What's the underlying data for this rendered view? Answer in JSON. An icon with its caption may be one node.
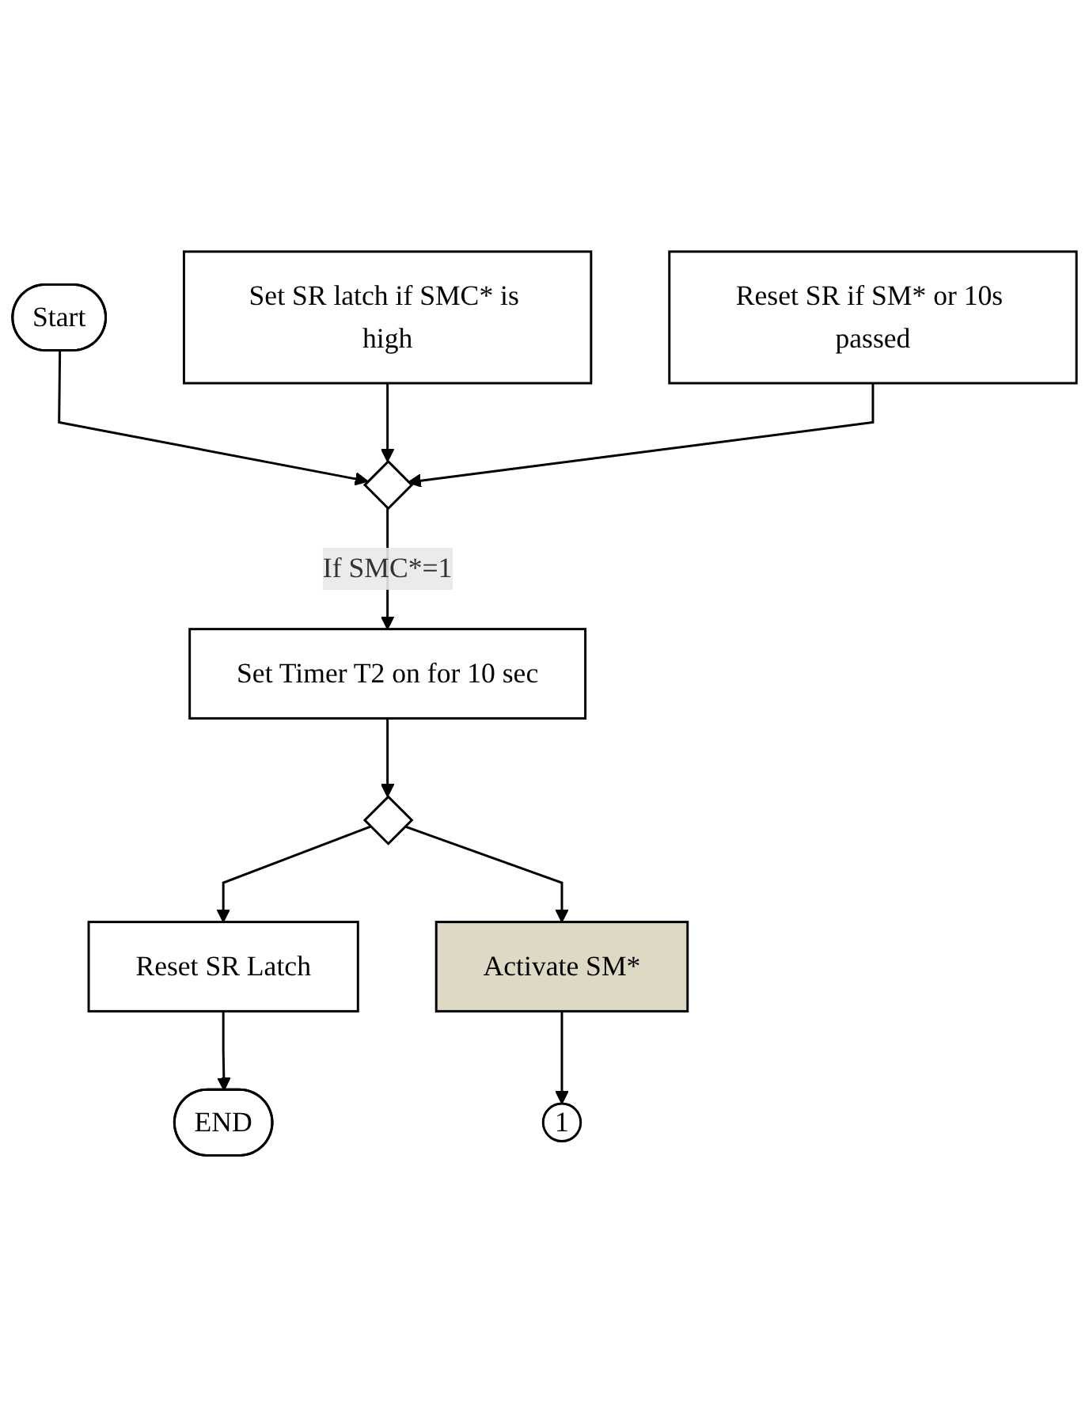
{
  "diagram": {
    "nodes": [
      {
        "text": [
          "Start"
        ]
      },
      {
        "text": [
          "Set SR latch if SMC* is high"
        ]
      },
      {
        "text": [],
        "shape": "diamond"
      },
      {
        "text": [
          "Reset SR if SM* or 10s passed"
        ]
      },
      {
        "text": [
          "Set Timer T2 on for 10 sec"
        ]
      },
      {
        "text": [],
        "shape": "diamond"
      },
      {
        "text": [
          "Reset SR Latch"
        ]
      },
      {
        "text": [
          "Activate SM*"
        ]
      },
      {
        "text": [
          "END"
        ]
      },
      {
        "text": [
          "1"
        ]
      }
    ],
    "edges": [
      {
        "from": 0,
        "to": 2,
        "arrow": "to"
      },
      {
        "from": 1,
        "to": 2,
        "arrow": "to"
      },
      {
        "from": 3,
        "to": 2,
        "arrow": "to"
      },
      {
        "from": 2,
        "to": 4,
        "arrow": "to",
        "label": "If SMC*=1"
      },
      {
        "from": 4,
        "to": 5,
        "arrow": "to"
      },
      {
        "from": 5,
        "to": 6,
        "arrow": "to"
      },
      {
        "from": 5,
        "to": 7,
        "arrow": "to"
      },
      {
        "from": 6,
        "to": 8,
        "arrow": "to"
      },
      {
        "from": 7,
        "to": 9,
        "arrow": "to"
      }
    ]
  }
}
